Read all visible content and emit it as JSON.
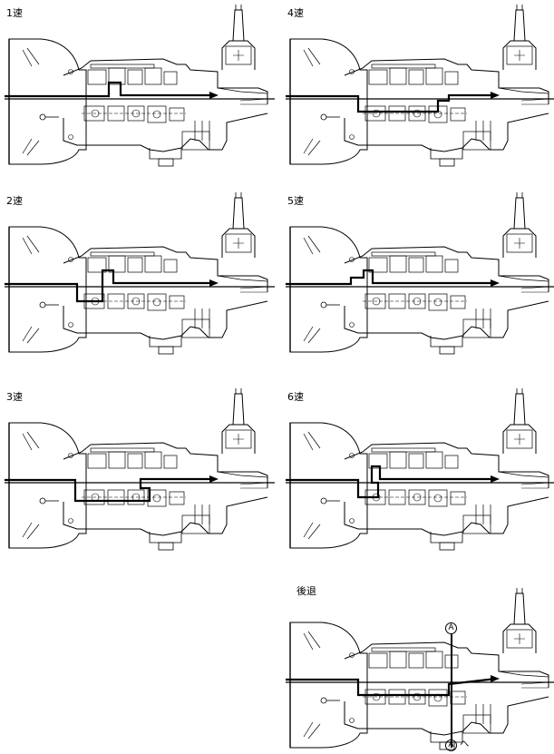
{
  "panels": [
    {
      "id": "gear-1",
      "label": "1速"
    },
    {
      "id": "gear-2",
      "label": "2速"
    },
    {
      "id": "gear-3",
      "label": "3速"
    },
    {
      "id": "gear-4",
      "label": "4速"
    },
    {
      "id": "gear-5",
      "label": "5速"
    },
    {
      "id": "gear-6",
      "label": "6速"
    },
    {
      "id": "gear-reverse",
      "label": "後退"
    }
  ],
  "reverse_callouts": {
    "top_marker": "A",
    "bottom_marker": "A",
    "bottom_suffix": "へ"
  }
}
